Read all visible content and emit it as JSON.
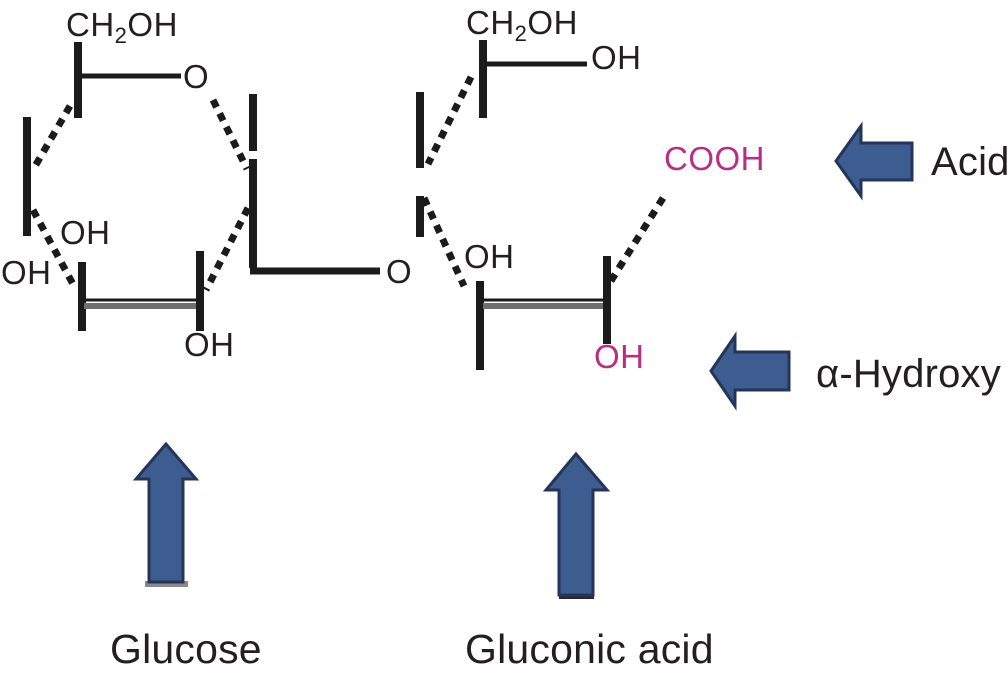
{
  "colors": {
    "bond": "#1b1b1b",
    "gray_bond": "#6f6f6f",
    "accent_magenta": "#b82e84",
    "arrow_fill": "#3d5c90",
    "arrow_outline": "#25355a",
    "text": "#231f20",
    "background": "#ffffff"
  },
  "glucose": {
    "label": "Glucose",
    "ch2oh": {
      "prefix": "CH",
      "sub": "2",
      "suffix": "OH"
    },
    "ring_o": "O",
    "oh_inner": "OH",
    "oh_outer": "OH",
    "oh_lower": "OH",
    "link_o": "O"
  },
  "gluconic": {
    "label": "Gluconic acid",
    "ch2oh": {
      "prefix": "CH",
      "sub": "2",
      "suffix": "OH"
    },
    "oh_top": "OH",
    "oh_mid": "OH",
    "oh_alpha": "OH",
    "cooh": "COOH"
  },
  "annotations": {
    "acid": "Acid",
    "alpha_hydroxy": "α-Hydroxy"
  }
}
